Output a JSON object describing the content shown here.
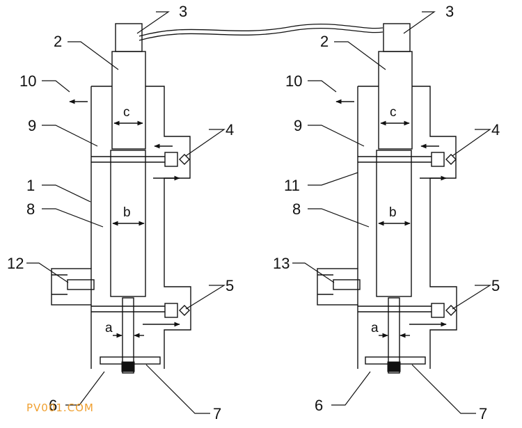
{
  "figure": {
    "left_unit": {
      "labels": {
        "n1": "1",
        "n2": "2",
        "n3": "3",
        "n4": "4",
        "n5": "5",
        "n6": "6",
        "n7": "7",
        "n8": "8",
        "n9": "9",
        "n10": "10",
        "n12": "12"
      },
      "dims": {
        "a": "a",
        "b": "b",
        "c": "c"
      }
    },
    "right_unit": {
      "labels": {
        "n2": "2",
        "n3": "3",
        "n4": "4",
        "n5": "5",
        "n6": "6",
        "n7": "7",
        "n8": "8",
        "n9": "9",
        "n10": "10",
        "n11": "11",
        "n13": "13"
      },
      "dims": {
        "a": "a",
        "b": "b",
        "c": "c"
      }
    },
    "watermark": "PV001.COM",
    "colors": {
      "line": "#111111",
      "watermark": "#f0a030"
    }
  }
}
